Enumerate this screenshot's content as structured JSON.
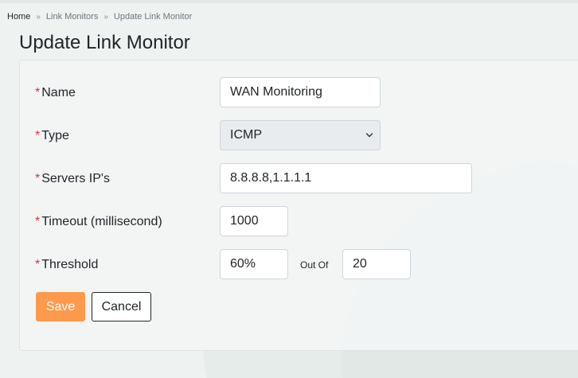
{
  "breadcrumb": {
    "items": [
      "Home",
      "Link Monitors",
      "Update Link Monitor"
    ],
    "separator": "»"
  },
  "page": {
    "title": "Update Link Monitor"
  },
  "form": {
    "required_marker": "*",
    "name": {
      "label": "Name",
      "value": "WAN Monitoring"
    },
    "type": {
      "label": "Type",
      "value": "ICMP"
    },
    "servers": {
      "label": "Servers IP's",
      "value": "8.8.8.8,1.1.1.1"
    },
    "timeout": {
      "label": "Timeout (millisecond)",
      "value": "1000"
    },
    "threshold": {
      "label": "Threshold",
      "value": "60%",
      "out_of_label": "Out Of",
      "out_of_value": "20"
    }
  },
  "actions": {
    "save_label": "Save",
    "cancel_label": "Cancel"
  },
  "colors": {
    "primary_button": "#fd9a4c",
    "required": "#dc3545",
    "background": "#eef2f1"
  },
  "icons": {
    "select_arrow": "chevron-down-icon"
  }
}
